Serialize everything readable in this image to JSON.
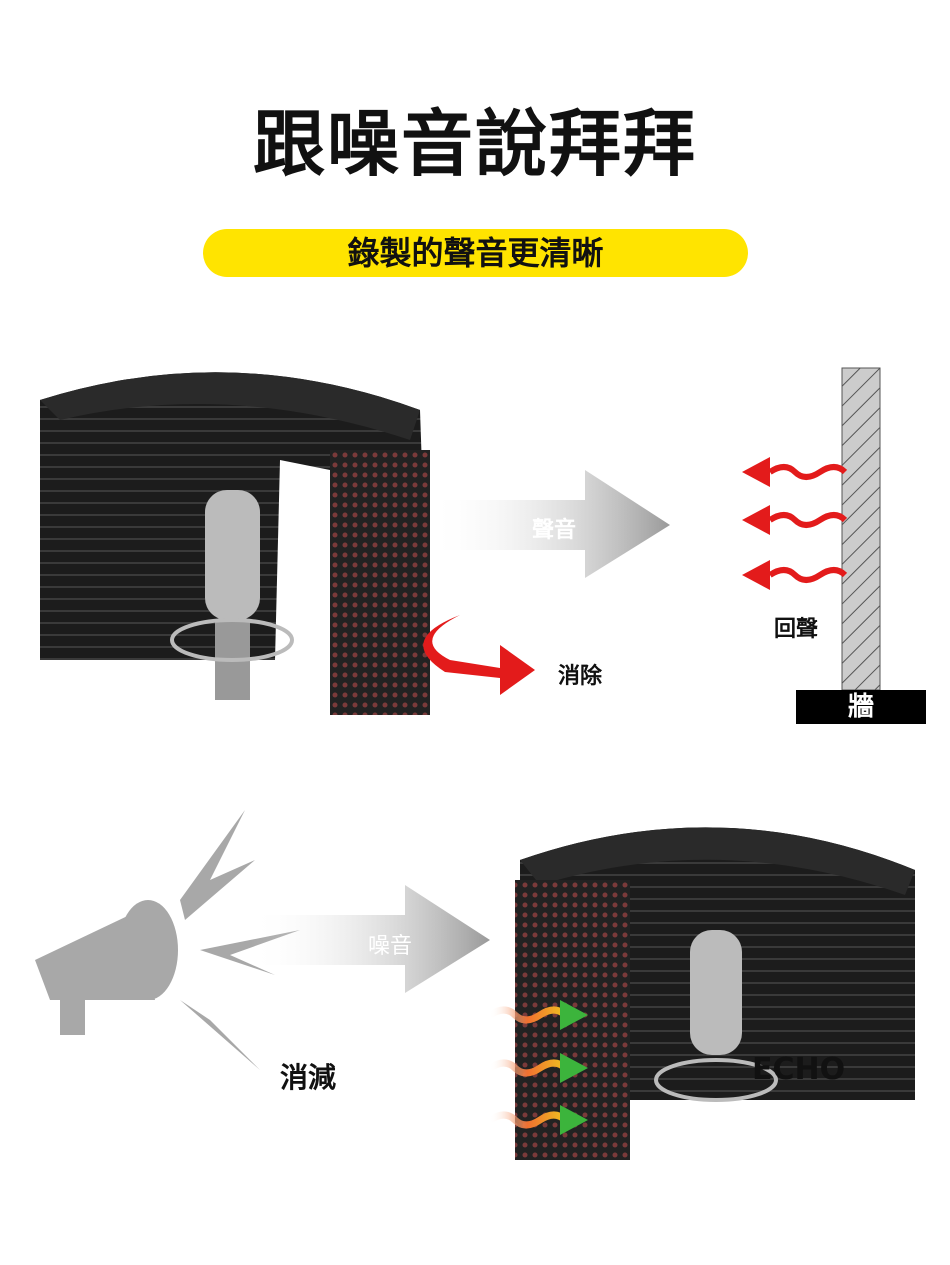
{
  "title": "跟噪音說拜拜",
  "subtitle": "錄製的聲音更清晰",
  "top_diagram": {
    "sound_label": "聲音",
    "eliminate_label": "消除",
    "echo_label": "回聲",
    "wall_label": "牆"
  },
  "bottom_diagram": {
    "noise_label": "噪音",
    "reduce_label": "消減",
    "echo_text": "ECHO"
  },
  "colors": {
    "accent_yellow": "#ffe400",
    "arrow_red": "#e31b1b",
    "arrow_green": "#3cb43c"
  }
}
